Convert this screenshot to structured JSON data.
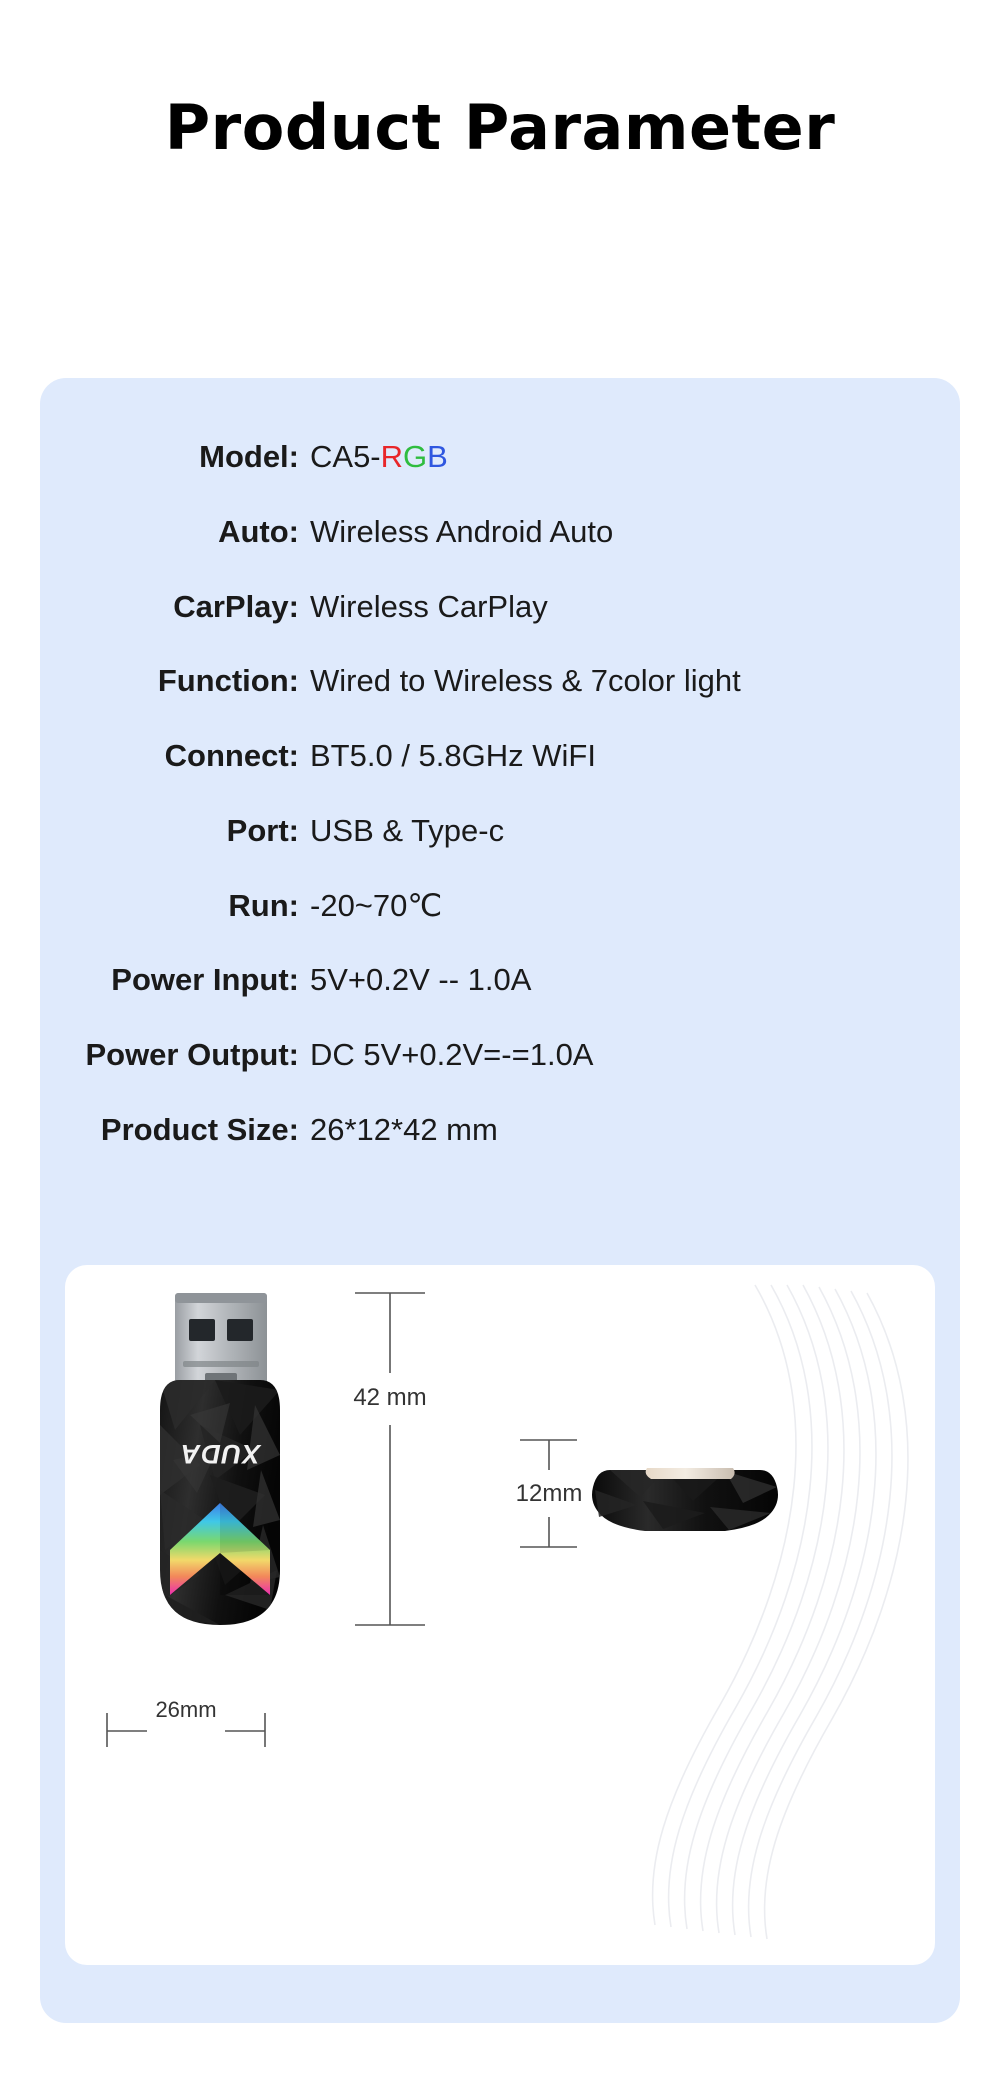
{
  "page": {
    "title": "Product Parameter",
    "background_color": "#ffffff",
    "card_color": "#dfeafc"
  },
  "specs": [
    {
      "label": "Model:",
      "value_prefix": "CA5-",
      "value_rgb": [
        "R",
        "G",
        "B"
      ],
      "value": "CA5-RGB"
    },
    {
      "label": "Auto:",
      "value": "Wireless Android Auto"
    },
    {
      "label": "CarPlay:",
      "value": "Wireless CarPlay"
    },
    {
      "label": "Function:",
      "value": "Wired to Wireless & 7color light"
    },
    {
      "label": "Connect:",
      "value": "BT5.0 / 5.8GHz WiFI"
    },
    {
      "label": "Port:",
      "value": "USB & Type-c"
    },
    {
      "label": "Run:",
      "value": "-20~70℃"
    },
    {
      "label": "Power Input:",
      "value": "5V+0.2V -- 1.0A"
    },
    {
      "label": "Power Output:",
      "value": "DC 5V+0.2V=-=1.0A"
    },
    {
      "label": "Product Size:",
      "value": "26*12*42 mm"
    }
  ],
  "product_image": {
    "brand_text": "XUDA",
    "dimensions": {
      "height_label": "42 mm",
      "thickness_label": "12mm",
      "width_label": "26mm"
    },
    "colors": {
      "body_dark": "#0d0d0d",
      "body_mid": "#262626",
      "body_light": "#3d3d3d",
      "usb_metal": "#b9bcc0",
      "usb_metal_dark": "#8d9296",
      "rgb_cyan": "#3fc8e8",
      "rgb_blue": "#3f7ee8",
      "rgb_green": "#6fd66a",
      "rgb_yellow": "#f2d96a",
      "rgb_orange": "#f2a05a",
      "rgb_pink": "#ec3fb0",
      "rgb_magenta": "#d93fd0",
      "dimension_line": "#555555",
      "dimension_text": "#333333"
    }
  }
}
